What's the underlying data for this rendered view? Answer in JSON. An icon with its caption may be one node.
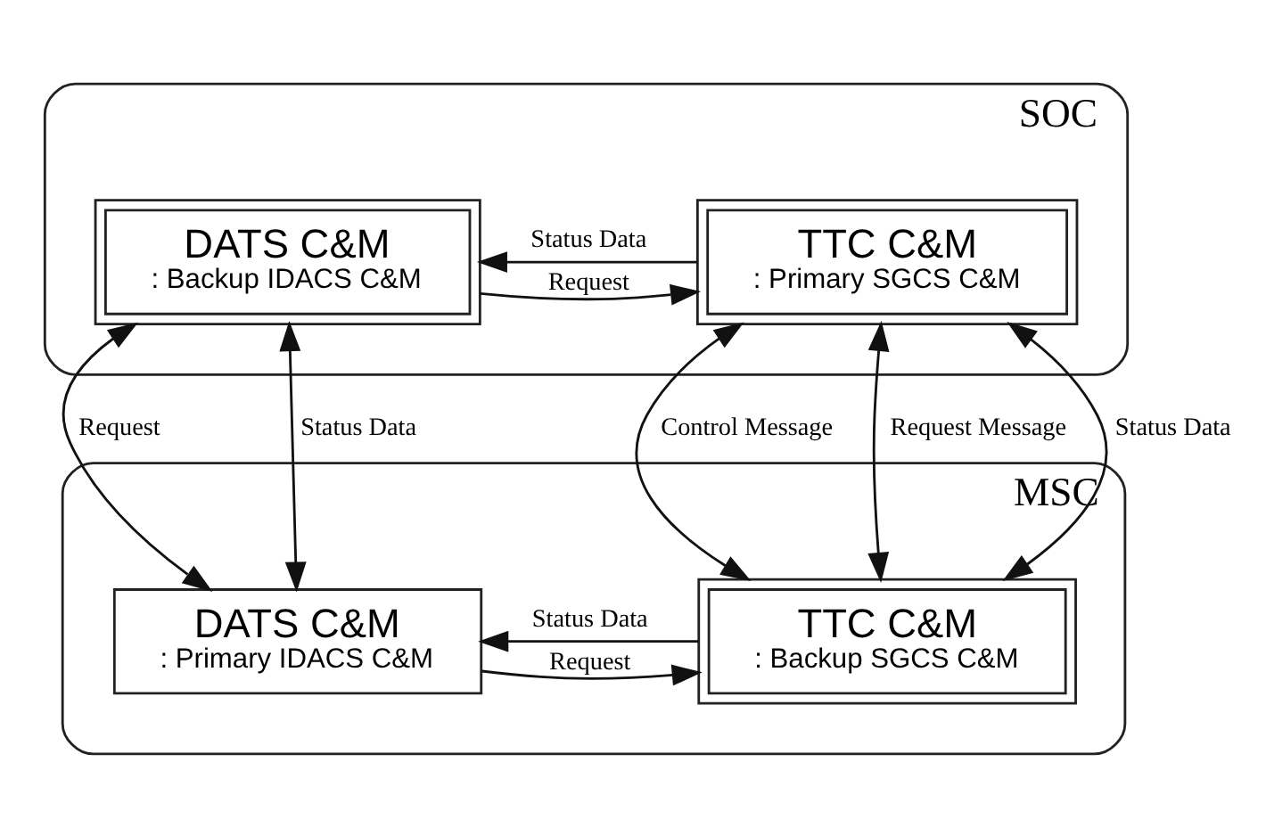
{
  "diagram": {
    "nodes": [
      {
        "text": [
          "SOC"
        ]
      },
      {
        "text": [
          "TTC C&M",
          ": Primary SGCS C&M"
        ],
        "in": 0
      },
      {
        "text": [
          "DATS C&M",
          ": Backup IDACS C&M"
        ],
        "in": 0
      },
      {
        "text": [
          "MSC"
        ]
      },
      {
        "text": [
          "TTC C&M",
          ": Backup SGCS C&M"
        ],
        "in": 3
      },
      {
        "text": [
          "DATS C&M",
          ": Primary IDACS C&M"
        ],
        "in": 3
      }
    ],
    "edges": [
      {
        "from": 2,
        "to": 1,
        "arrow": "to",
        "label": "Request"
      },
      {
        "from": 1,
        "to": 2,
        "arrow": "to",
        "label": "Status Data"
      },
      {
        "from": 1,
        "to": 4,
        "arrow": "both",
        "label": "Request Message"
      },
      {
        "from": 1,
        "to": 4,
        "arrow": "both",
        "label": "Status Data"
      },
      {
        "from": 1,
        "to": 4,
        "arrow": "both",
        "label": "Control Message"
      },
      {
        "from": 2,
        "to": 5,
        "arrow": "both",
        "label": "Request"
      },
      {
        "from": 2,
        "to": 5,
        "arrow": "both",
        "label": "Status Data"
      },
      {
        "from": 5,
        "to": 4,
        "arrow": "to",
        "label": "Request"
      },
      {
        "from": 4,
        "to": 5,
        "arrow": "to",
        "label": "Status Data"
      }
    ]
  }
}
